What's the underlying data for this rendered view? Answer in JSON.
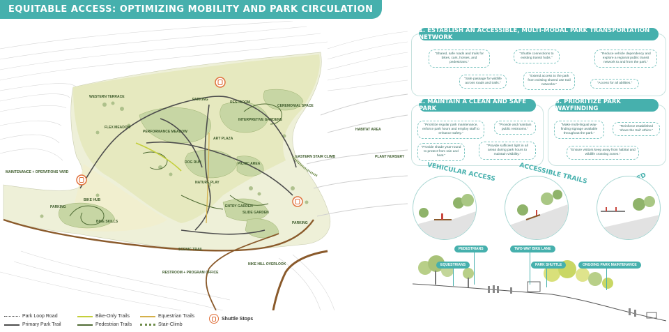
{
  "title": "EQUITABLE ACCESS: OPTIMIZING MOBILITY AND PARK CIRCULATION",
  "map_labels": {
    "western_terrace": "WESTERN TERRACE",
    "parking_top": "PARKING",
    "restroom": "RESTROOM",
    "ceremonial_space": "CEREMONIAL SPACE",
    "flex_meadow": "FLEX MEADOW",
    "performance_meadow": "PERFORMANCE MEADOW",
    "interpretive_gardens": "INTERPRETIVE GARDENS",
    "habitat_area": "HABITAT AREA",
    "art_plaza": "ART PLAZA",
    "dog_run": "DOG RUN",
    "picnic_area": "PICNIC AREA",
    "eastern_stair_climb": "EASTERN STAIR CLIMB",
    "plant_nursery": "PLANT NURSERY",
    "maintenance_yard": "MAINTENANCE + OPERATIONS YARD",
    "nature_play": "NATURE PLAY",
    "bike_hub": "BIKE HUB",
    "parking_west": "PARKING",
    "entry_garden": "ENTRY GARDEN",
    "bike_skills": "BIKE SKILLS",
    "slide_garden": "SLIDE GARDEN",
    "parking_east": "PARKING",
    "scenic_trail": "SCENIC TRAIL",
    "restroom_program": "RESTROOM + PROGRAM OFFICE",
    "nike_hill_overlook": "NIKE HILL OVERLOOK"
  },
  "legend": {
    "park_loop_road": "Park Loop Road",
    "primary_park_trail": "Primary Park Trail",
    "bike_only_trails": "Bike-Only Trails",
    "pedestrian_trails": "Pedestrian Trails",
    "equestrian_trails": "Equestrian Trails",
    "stair_climb": "Stair-Climb",
    "shuttle_stops": "Shuttle Stops"
  },
  "panel1": {
    "title": "1. ESTABLISH AN ACCESSIBLE, MULTI-MODAL PARK TRANSPORTATION NETWORK",
    "b1": "\"Shared, safe roads and trails for bikes, cars, horses, and pedestrians.\"",
    "b2": "\"Shuttle connections to existing transit hubs.\"",
    "b3": "\"Reduce vehicle dependency and explore a regional public transit network to and from the park.\"",
    "b4": "\"Safe passage for wildlife across roads and trails.\"",
    "b5": "\"Extend access to the park from existing shared use trail networks.\"",
    "b6": "\"Access for all abilities.\""
  },
  "panel2": {
    "title": "2. MAINTAIN A CLEAN AND SAFE PARK",
    "b1": "\"Prioritize regular park maintenance, enforce park hours and employ staff to enhance safety.\"",
    "b2": "\"Provide and maintain public restrooms.\"",
    "b3": "\"Provide shade year-round to protect from rain and heat.\"",
    "b4": "\"Provide sufficient light in all areas during park hours to maintain visibility.\""
  },
  "panel3": {
    "title": "3. PRIORITIZE PARK WAYFINDING",
    "b1": "\"Make multi-lingual way-finding signage available throughout the park.\"",
    "b2": "\"Reinforce established 'share the trail' ethics.\"",
    "b3": "\"Ensure visitors keep away from habitat and wildlife crossing zones.\""
  },
  "sections": {
    "vehicular": "VEHICULAR ACCESS",
    "accessible": "ACCESSIBLE TRAILS",
    "elevated": "ELEVATED TRAILS"
  },
  "callouts": {
    "pedestrians": "PEDESTRIANS",
    "bike_lane": "TWO-WAY BIKE LANE",
    "equestrians": "EQUESTRIANS",
    "park_shuttle": "PARK SHUTTLE",
    "maintenance": "ONGOING PARK MAINTENANCE"
  },
  "colors": {
    "accent": "#46b0ad",
    "shuttle": "#e0703b",
    "trail_primary": "#4d4d4d",
    "trail_pedestrian": "#4f6b34",
    "trail_bike": "#c4cf3a",
    "trail_equestrian": "#d4b04a",
    "road": "#8a5a2b"
  }
}
